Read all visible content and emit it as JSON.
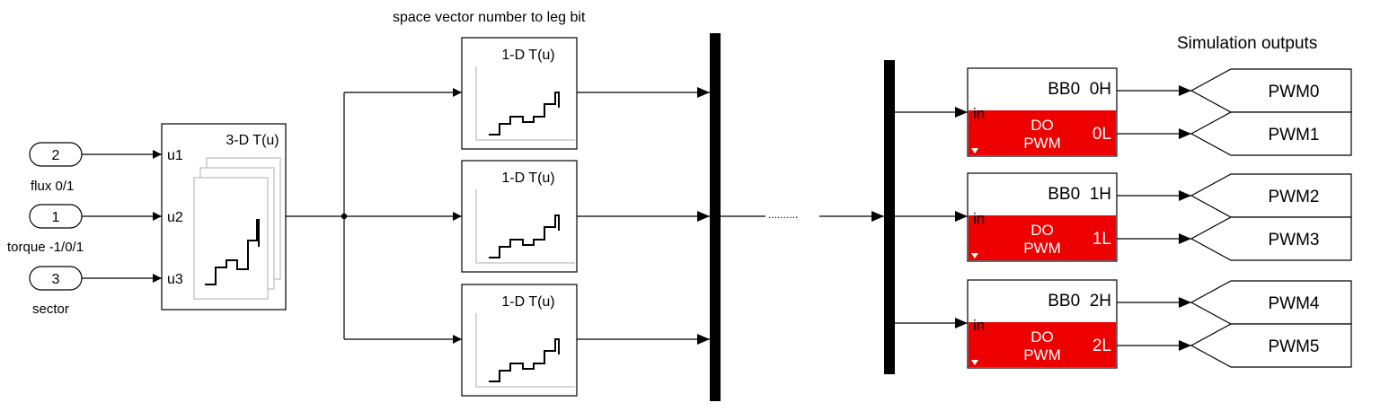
{
  "diagram": {
    "annotation_top": "space vector number to leg bit",
    "annotation_right": "Simulation outputs",
    "inports": [
      {
        "number": "2",
        "label": "flux 0/1"
      },
      {
        "number": "1",
        "label": "torque -1/0/1"
      },
      {
        "number": "3",
        "label": "sector"
      }
    ],
    "lut3d": {
      "title": "3-D T(u)",
      "ports": [
        "u1",
        "u2",
        "u3"
      ]
    },
    "lut1d": [
      {
        "title": "1-D T(u)"
      },
      {
        "title": "1-D T(u)"
      },
      {
        "title": "1-D T(u)"
      }
    ],
    "goto_dots": "..........",
    "pwm_blocks": [
      {
        "in_label": "in",
        "header": "BB0  0H",
        "low_pin": "0L",
        "do_label": "DO",
        "pwm_label": "PWM"
      },
      {
        "in_label": "in",
        "header": "BB0  1H",
        "low_pin": "1L",
        "do_label": "DO",
        "pwm_label": "PWM"
      },
      {
        "in_label": "in",
        "header": "BB0  2H",
        "low_pin": "2L",
        "do_label": "DO",
        "pwm_label": "PWM"
      }
    ],
    "outports": [
      "PWM0",
      "PWM1",
      "PWM2",
      "PWM3",
      "PWM4",
      "PWM5"
    ],
    "colors": {
      "pwm_red": "#ee0000",
      "graph_axis": "#c8c8c8"
    }
  }
}
